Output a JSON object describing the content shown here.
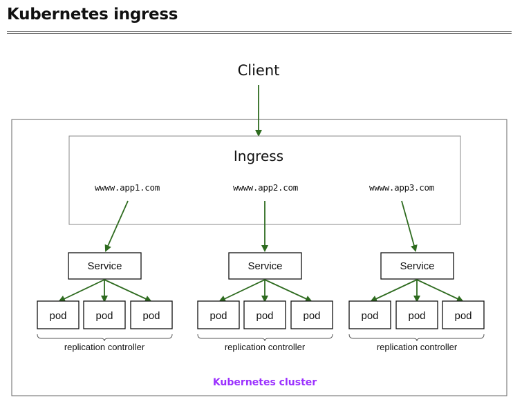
{
  "page": {
    "title": "Kubernetes ingress"
  },
  "diagram": {
    "client_label": "Client",
    "ingress_label": "Ingress",
    "cluster_label": "Kubernetes cluster",
    "cluster_label_color": "#9b30ff",
    "arrow_color": "#2e6b1f",
    "groups": [
      {
        "host": "wwww.app1.com",
        "service_label": "Service",
        "pods": [
          "pod",
          "pod",
          "pod"
        ],
        "controller_label": "replication controller"
      },
      {
        "host": "wwww.app2.com",
        "service_label": "Service",
        "pods": [
          "pod",
          "pod",
          "pod"
        ],
        "controller_label": "replication controller"
      },
      {
        "host": "wwww.app3.com",
        "service_label": "Service",
        "pods": [
          "pod",
          "pod",
          "pod"
        ],
        "controller_label": "replication controller"
      }
    ]
  }
}
